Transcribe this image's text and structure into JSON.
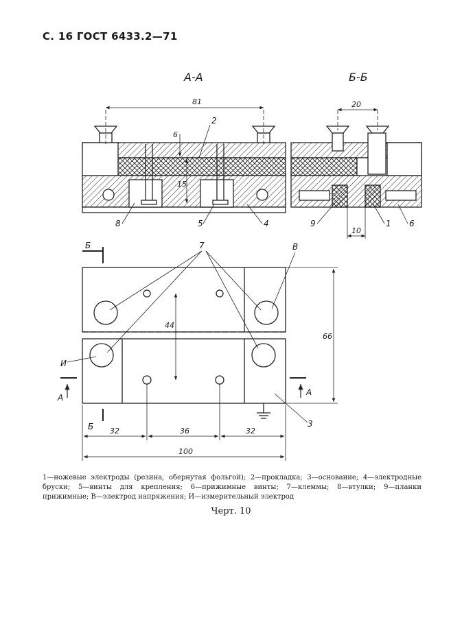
{
  "header": {
    "text": "С. 16 ГОСТ 6433.2—71"
  },
  "section_a": "А-А",
  "section_b": "Б-Б",
  "dimensions": {
    "d81": "81",
    "d20": "20",
    "d6": "6",
    "d15": "15",
    "d10": "10",
    "d44": "44",
    "d66": "66",
    "d32_left": "32",
    "d36": "36",
    "d32_right": "32",
    "d100": "100"
  },
  "labels": {
    "l2": "2",
    "l8": "8",
    "l5": "5",
    "l4": "4",
    "l9": "9",
    "l1": "1",
    "l6": "6",
    "l7": "7",
    "lB": "В",
    "lI": "И",
    "l3": "3",
    "cut_b_top": "Б",
    "cut_b_bottom": "Б",
    "cut_a_left": "А",
    "cut_a_right": "А"
  },
  "caption": "1—ножевые электроды (резина, обернутая фольгой); 2—прокладка; 3—основание; 4—электродные бруски; 5—винты для крепления; 6—прижимные винты; 7—клеммы; 8—втулки; 9—планки прижимные; В—электрод напряжения; И—измерительный электрод",
  "figure_label": "Черт. 10"
}
